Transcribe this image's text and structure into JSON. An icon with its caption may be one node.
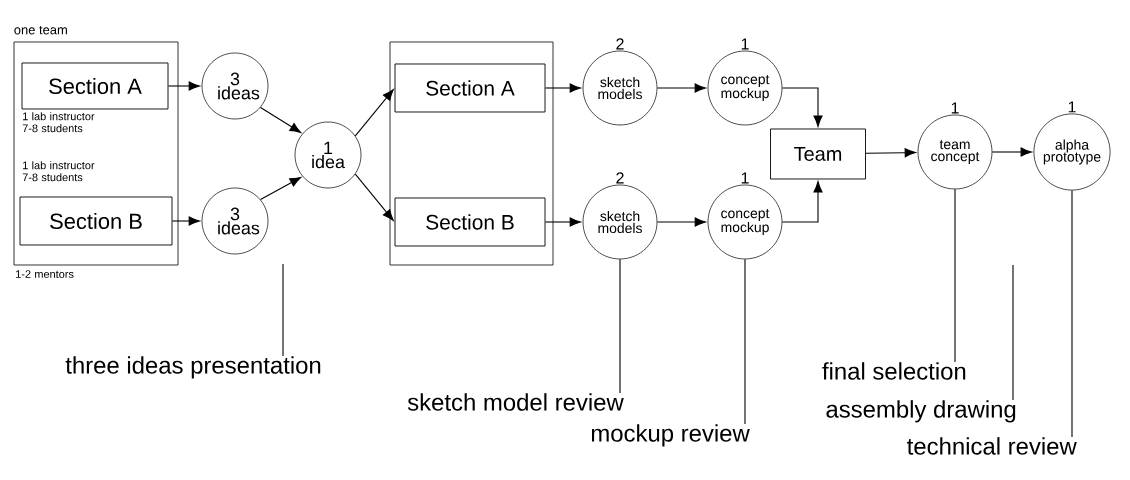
{
  "diagram": {
    "nodes": [
      {
        "text": [
          "one team"
        ],
        "beside": [
          "1-2 mentors"
        ]
      },
      {
        "text": [
          "Section A"
        ],
        "in": 0,
        "beside": [
          "1 lab instructor 7-8 students"
        ]
      },
      {
        "text": [
          "Section B"
        ],
        "in": 0,
        "beside": [
          "1 lab instructor 7-8 students"
        ]
      },
      {
        "text": [
          "3 ideas"
        ]
      },
      {
        "text": [
          "3 ideas"
        ]
      },
      {
        "text": [
          "1 idea"
        ]
      },
      {
        "text": [],
        "shape": "box"
      },
      {
        "text": [
          "Section A"
        ],
        "in": 6
      },
      {
        "text": [
          "Section B"
        ],
        "in": 6
      },
      {
        "text": [
          "2",
          "sketch models"
        ]
      },
      {
        "text": [
          "1",
          "concept mockup"
        ]
      },
      {
        "text": [
          "2",
          "sketch models"
        ]
      },
      {
        "text": [
          "1",
          "concept mockup"
        ]
      },
      {
        "text": [
          "Team"
        ]
      },
      {
        "text": [
          "1",
          "team concept"
        ]
      },
      {
        "text": [
          "1",
          "alpha prototype"
        ]
      },
      {
        "text": [
          "three ideas presentation"
        ]
      },
      {
        "text": [
          "sketch model review"
        ]
      },
      {
        "text": [
          "mockup review"
        ]
      },
      {
        "text": [
          "final selection"
        ]
      },
      {
        "text": [
          "assembly drawing"
        ]
      },
      {
        "text": [
          "technical review"
        ]
      }
    ],
    "edges": [
      {
        "from": 1,
        "to": 3,
        "arrow": "to"
      },
      {
        "from": 2,
        "to": 4,
        "arrow": "to"
      },
      {
        "from": 3,
        "to": 5,
        "arrow": "to"
      },
      {
        "from": 4,
        "to": 5,
        "arrow": "to"
      },
      {
        "from": 5,
        "to": 7,
        "arrow": "to"
      },
      {
        "from": 5,
        "to": 8,
        "arrow": "to"
      },
      {
        "from": 7,
        "to": 9,
        "arrow": "to"
      },
      {
        "from": 9,
        "to": 10,
        "arrow": "to"
      },
      {
        "from": 8,
        "to": 11,
        "arrow": "to"
      },
      {
        "from": 11,
        "to": 12,
        "arrow": "to"
      },
      {
        "from": 10,
        "to": 13,
        "arrow": "to"
      },
      {
        "from": 12,
        "to": 13,
        "arrow": "to"
      },
      {
        "from": 13,
        "to": 14,
        "arrow": "to"
      },
      {
        "from": 14,
        "to": 15,
        "arrow": "to"
      },
      {
        "from": 16,
        "to": null,
        "arrow": "none"
      },
      {
        "from": 17,
        "to": 11,
        "arrow": "none"
      },
      {
        "from": 18,
        "to": 12,
        "arrow": "none"
      },
      {
        "from": 19,
        "to": 14,
        "arrow": "none"
      },
      {
        "from": 20,
        "to": null,
        "arrow": "none"
      },
      {
        "from": 21,
        "to": 15,
        "arrow": "none"
      }
    ]
  }
}
